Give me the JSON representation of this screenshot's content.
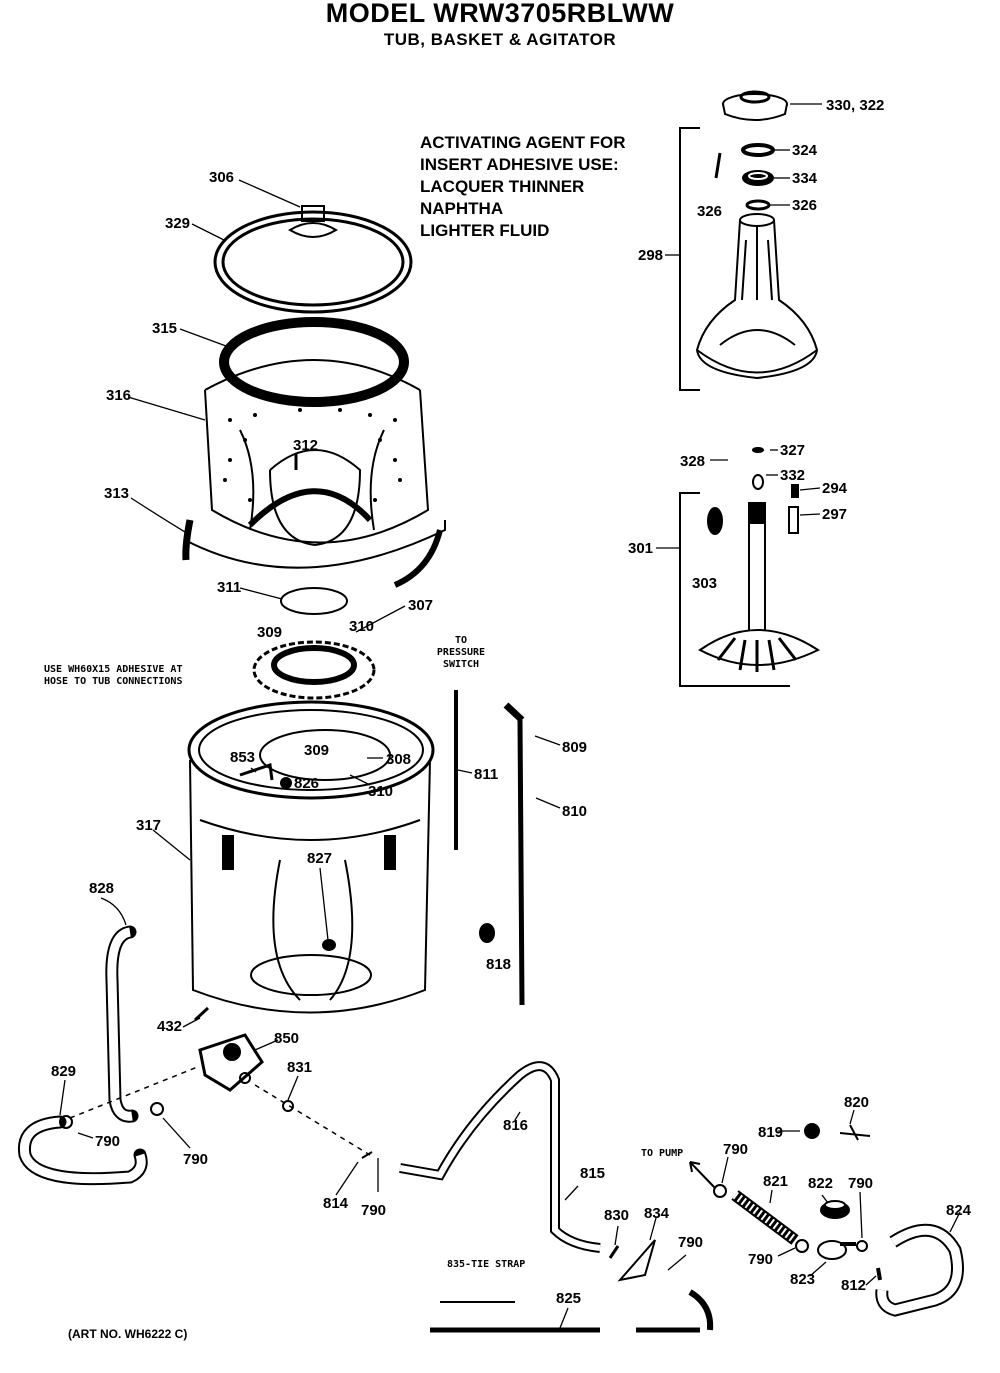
{
  "header": {
    "model_title": "MODEL WRW3705RBLWW",
    "subtitle": "TUB, BASKET & AGITATOR"
  },
  "notes": {
    "activating_agent": [
      "ACTIVATING AGENT FOR",
      "INSERT ADHESIVE USE:",
      "LACQUER THINNER",
      "NAPHTHA",
      "LIGHTER FLUID"
    ],
    "adhesive": [
      "USE WH60X15 ADHESIVE AT",
      "HOSE TO TUB CONNECTIONS"
    ],
    "pressure_switch": [
      "TO",
      "PRESSURE",
      "SWITCH"
    ],
    "to_pump": "TO PUMP",
    "tie_strap": "835-TIE STRAP",
    "art_no": "(ART NO. WH6222 C)"
  },
  "part_labels": {
    "p330_322": "330, 322",
    "p324": "324",
    "p334": "334",
    "p326a": "326",
    "p326b": "326",
    "p298": "298",
    "p306": "306",
    "p329": "329",
    "p315": "315",
    "p316": "316",
    "p312": "312",
    "p313": "313",
    "p311": "311",
    "p307": "307",
    "p309a": "309",
    "p310a": "310",
    "p309b": "309",
    "p308": "308",
    "p310b": "310",
    "p853": "853",
    "p826": "826",
    "p317": "317",
    "p827": "827",
    "p328": "328",
    "p327": "327",
    "p332": "332",
    "p294": "294",
    "p297": "297",
    "p301": "301",
    "p303": "303",
    "p809": "809",
    "p811": "811",
    "p810": "810",
    "p818": "818",
    "p828": "828",
    "p432": "432",
    "p850": "850",
    "p831": "831",
    "p829": "829",
    "p790a": "790",
    "p790b": "790",
    "p814": "814",
    "p790c": "790",
    "p816": "816",
    "p815": "815",
    "p830": "830",
    "p834": "834",
    "p790d": "790",
    "p825": "825",
    "p790e": "790",
    "p819": "819",
    "p820": "820",
    "p821": "821",
    "p822": "822",
    "p790f": "790",
    "p790g": "790",
    "p823": "823",
    "p812": "812",
    "p824": "824"
  }
}
